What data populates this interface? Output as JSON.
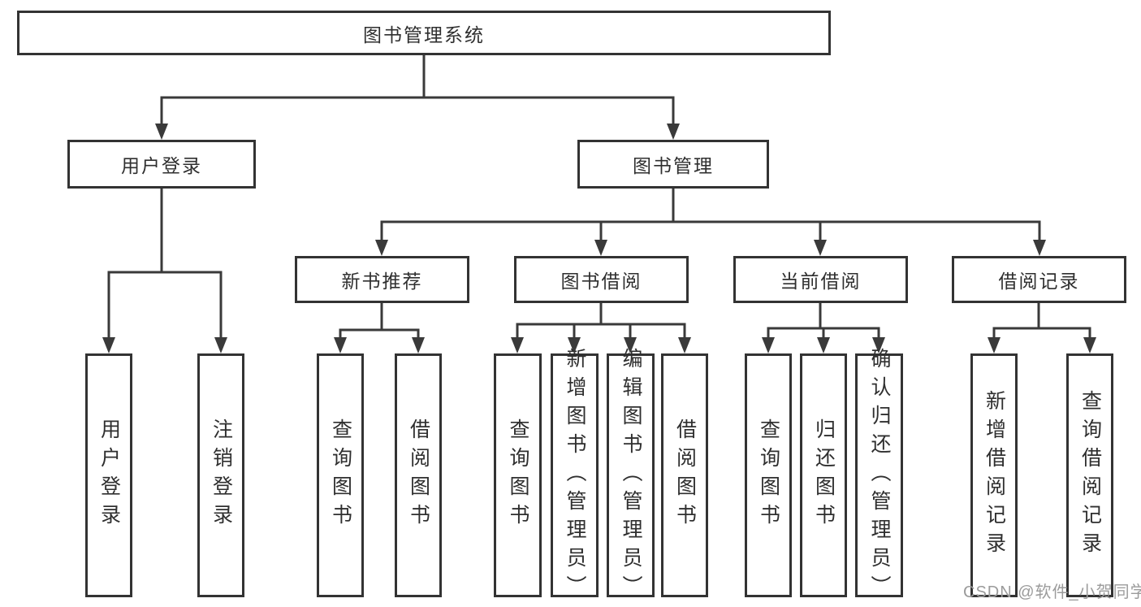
{
  "diagram": {
    "root": {
      "label": "图书管理系统"
    },
    "branches": [
      {
        "label": "用户登录",
        "children": [
          {
            "label": "用户登录"
          },
          {
            "label": "注销登录"
          }
        ]
      },
      {
        "label": "图书管理",
        "children": [
          {
            "label": "新书推荐",
            "children": [
              {
                "label": "查询图书"
              },
              {
                "label": "借阅图书"
              }
            ]
          },
          {
            "label": "图书借阅",
            "children": [
              {
                "label": "查询图书"
              },
              {
                "label": "新增图书（管理员）"
              },
              {
                "label": "编辑图书（管理员）"
              },
              {
                "label": "借阅图书"
              }
            ]
          },
          {
            "label": "当前借阅",
            "children": [
              {
                "label": "查询图书"
              },
              {
                "label": "归还图书"
              },
              {
                "label": "确认归还（管理员）"
              }
            ]
          },
          {
            "label": "借阅记录",
            "children": [
              {
                "label": "新增借阅记录"
              },
              {
                "label": "查询借阅记录"
              }
            ]
          }
        ]
      }
    ]
  },
  "watermark": {
    "text": "CSDN @软件_小贺同学"
  },
  "colors": {
    "line": "#3a3a3a",
    "border": "#333333",
    "text": "#2f2f2f",
    "watermark": "#9b9b9b",
    "background": "#ffffff"
  }
}
